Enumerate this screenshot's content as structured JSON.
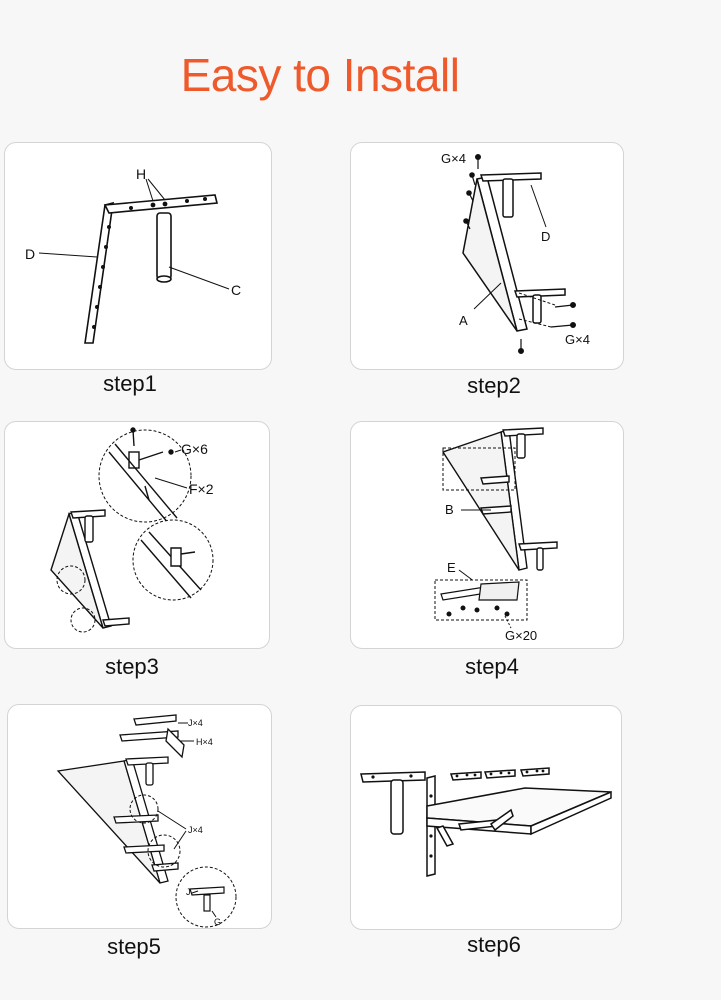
{
  "title": "Easy to Install",
  "steps": [
    {
      "label": "step1",
      "callouts": {
        "h": "H",
        "d": "D",
        "c": "C"
      }
    },
    {
      "label": "step2",
      "callouts": {
        "g_top": "G×4",
        "d": "D",
        "a": "A",
        "g_bottom": "G×4"
      }
    },
    {
      "label": "step3",
      "callouts": {
        "g": "G×6",
        "f": "F×2"
      }
    },
    {
      "label": "step4",
      "callouts": {
        "b": "B",
        "e": "E",
        "g": "G×20"
      }
    },
    {
      "label": "step5",
      "callouts": {
        "j_top": "J×4",
        "h": "H×4",
        "j_mid": "J×4",
        "j": "J",
        "g": "G"
      }
    },
    {
      "label": "step6",
      "callouts": {}
    }
  ],
  "colors": {
    "title": "#ee5a2c",
    "line": "#111111",
    "panel_border": "#d4d4d4"
  }
}
